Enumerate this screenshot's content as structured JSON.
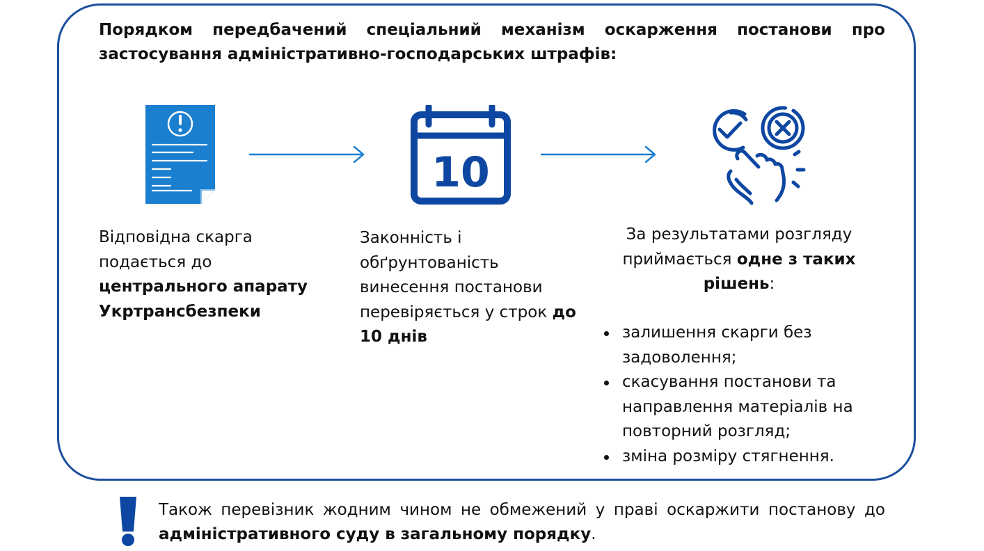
{
  "title": "Порядком передбачений спеціальний механізм оскарження постанови про застосування адміністративно-господарських штрафів:",
  "steps": [
    {
      "icon": "document-alert-icon",
      "text_plain": "Відповідна скарга подається до",
      "text_bold": "центрального апарату Укртрансбезпеки"
    },
    {
      "icon": "calendar-icon",
      "calendar_number": "10",
      "text_plain": "Законність і обґрунтованість винесення постанови перевіряється у строк",
      "text_bold": "до 10 днів"
    },
    {
      "icon": "decision-hand-icon",
      "text_plain": "За результатами розгляду приймається",
      "text_bold": "одне з таких рішень",
      "text_tail": ":",
      "options": [
        "залишення скарги без задоволення;",
        "скасування постанови та направлення матеріалів на повторний розгляд;",
        "зміна розміру стягнення."
      ]
    }
  ],
  "note": {
    "text_plain": "Також перевізник жодним чином не обмежений у праві оскаржити постанову до",
    "text_bold": "адміністративного суду в загальному порядку",
    "text_tail": "."
  },
  "colors": {
    "frame": "#1d4f9e",
    "document_blue": "#1b7fd0",
    "icon_navy": "#0d47a1",
    "arrow": "#1b7fd0",
    "exclaim": "#0d47a1"
  }
}
